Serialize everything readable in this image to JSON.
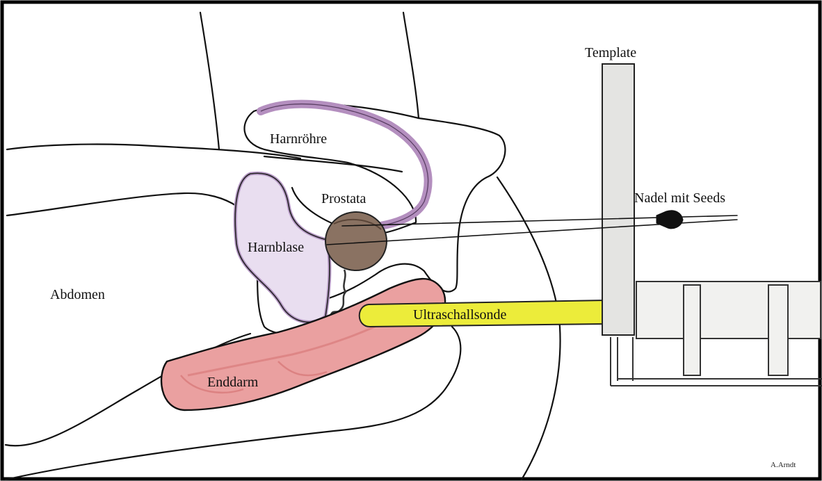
{
  "labels": {
    "harnroehre": "Harnröhre",
    "prostata": "Prostata",
    "harnblase": "Harnblase",
    "abdomen": "Abdomen",
    "enddarm": "Enddarm",
    "ultraschallsonde": "Ultraschallsonde",
    "template": "Template",
    "nadel": "Nadel mit Seeds",
    "author": "A.Arndt"
  },
  "colors": {
    "outline": "#111111",
    "urethra": "#b48fbf",
    "bladder": "#e9def0",
    "bladder_edge": "#b79ac6",
    "prostate": "#8a7262",
    "rectum": "#eaa0a0",
    "rectum_edge": "#d87a7a",
    "probe": "#ecec3a",
    "template": "#e4e4e2",
    "stand": "#f1f1ef"
  }
}
